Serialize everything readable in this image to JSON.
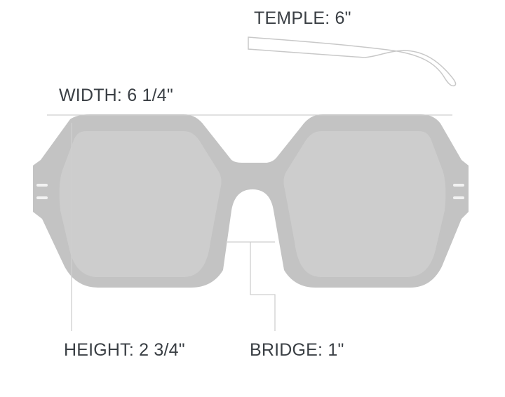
{
  "labels": {
    "temple": "TEMPLE: 6\"",
    "width": "WIDTH: 6 1/4\"",
    "height": "HEIGHT: 2 3/4\"",
    "bridge": "BRIDGE: 1\""
  },
  "colors": {
    "frame": "#c3c3c3",
    "lens": "#cdcdcd",
    "measure_line": "#cfcfcf",
    "text": "#3a3f44"
  }
}
